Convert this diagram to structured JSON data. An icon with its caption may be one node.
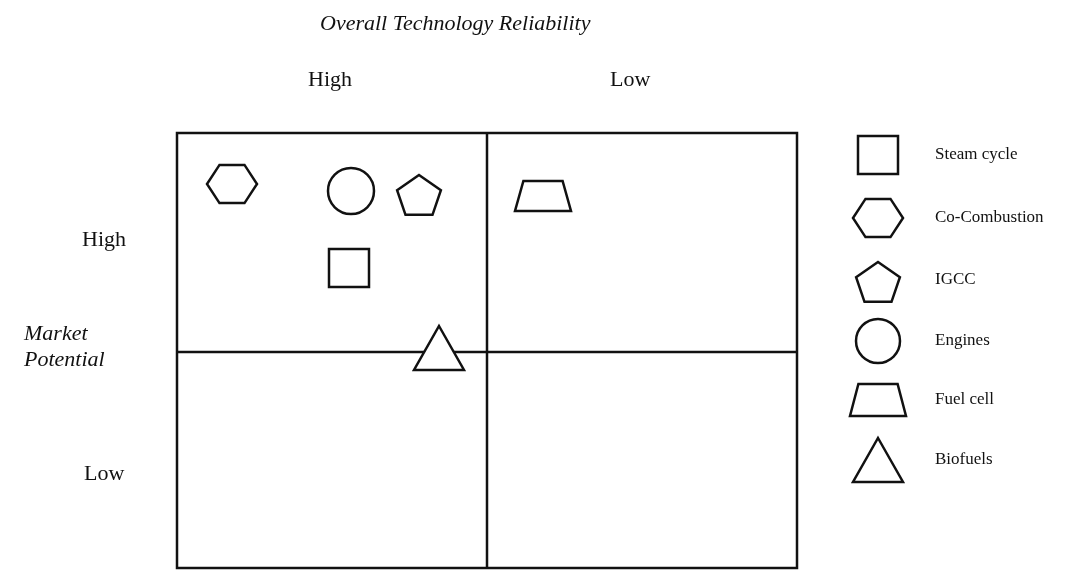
{
  "diagram": {
    "nodes": [
      {
        "text": [],
        "shape": "hexagon"
      },
      {
        "text": [],
        "shape": "circle"
      },
      {
        "text": [],
        "shape": "pentagon"
      },
      {
        "text": [],
        "shape": "trapezoid"
      },
      {
        "text": [],
        "shape": "box"
      },
      {
        "text": [],
        "shape": "triangle"
      }
    ],
    "edges": [],
    "labels": [
      "Overall Technology Reliability",
      "High",
      "Low",
      "High",
      "Market Potential",
      "Low"
    ],
    "legend": [
      {
        "text": "Steam cycle"
      },
      {
        "text": "Co-Combustion"
      },
      {
        "text": "IGCC"
      },
      {
        "text": "Engines"
      },
      {
        "text": "Fuel cell"
      },
      {
        "text": "Biofuels"
      }
    ]
  }
}
